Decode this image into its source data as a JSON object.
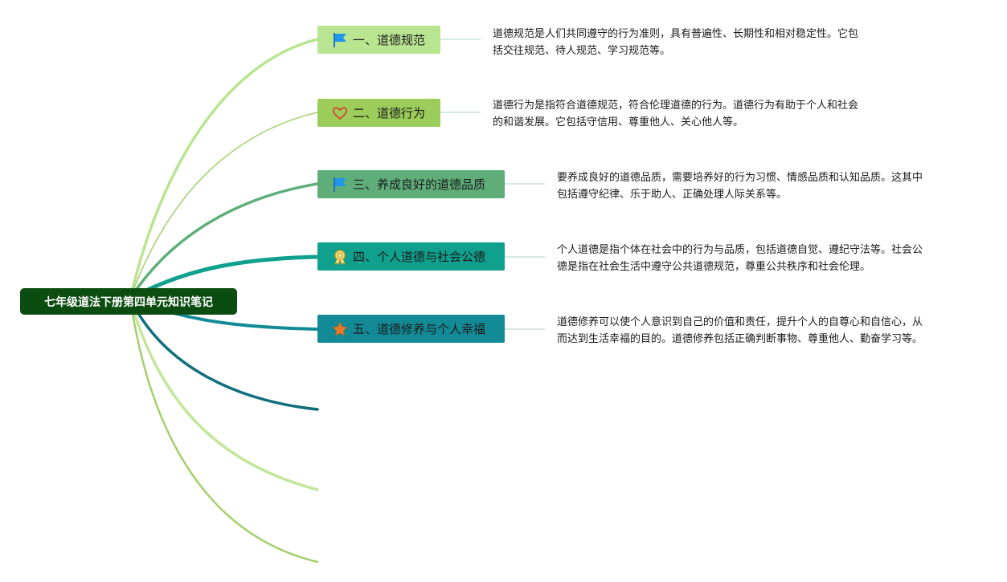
{
  "root": {
    "label": "七年级道法下册第四单元知识笔记",
    "color": "#0b4d10"
  },
  "topics": [
    {
      "label": "一、道德规范",
      "icon": "blue-flag-icon",
      "bg_color": "#b9e591",
      "branch_color": "#b9e591",
      "note_lines": [
        "道德规范是人们共同遵守的行为准则，具有普遍性、长期性和相对稳定性。它包",
        "括交往规范、待人规范、学习规范等。"
      ]
    },
    {
      "label": "二、道德行为",
      "icon": "heart-outline-icon",
      "bg_color": "#9ccd5a",
      "branch_color": "#a4cf6c",
      "note_lines": [
        "道德行为是指符合道德规范，符合伦理道德的行为。道德行为有助于个人和社会",
        "的和谐发展。它包括守信用、尊重他人、关心他人等。"
      ]
    },
    {
      "label": "三、养成良好的道德品质",
      "icon": "blue-flag-icon",
      "bg_color": "#5fae7a",
      "branch_color": "#5fae7a",
      "note_lines": [
        "要养成良好的道德品质，需要培养好的行为习惯、情感品质和认知品质。这其中",
        "包括遵守纪律、乐于助人、正确处理人际关系等。"
      ]
    },
    {
      "label": "四、个人道德与社会公德",
      "icon": "award-ribbon-icon",
      "bg_color": "#10a08e",
      "branch_color": "#10a08e",
      "note_lines": [
        "个人道德是指个体在社会中的行为与品质，包括道德自觉、遵纪守法等。社会公",
        "德是指在社会生活中遵守公共道德规范，尊重公共秩序和社会伦理。"
      ]
    },
    {
      "label": "五、道德修养与个人幸福",
      "icon": "orange-star-icon",
      "bg_color": "#138b96",
      "branch_color": "#138b96",
      "note_lines": [
        "道德修养可以使个人意识到自己的价值和责任，提升个人的自尊心和自信心，从",
        "而达到生活幸福的目的。道德修养包括正确判断事物、尊重他人、勤奋学习等。"
      ]
    }
  ],
  "empty_branches": [
    {
      "color": "#0f6f7c"
    },
    {
      "color": "#c3e69a"
    },
    {
      "color": "#a4cf6c"
    }
  ],
  "connector_color": "#aad3c8"
}
